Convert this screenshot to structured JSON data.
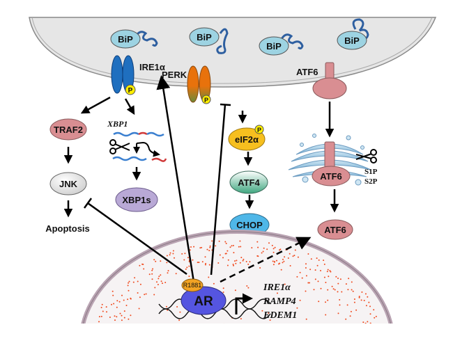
{
  "diagram": {
    "type": "signaling-pathway",
    "compartments": {
      "er_lumen": "endoplasmic reticulum",
      "nucleus": "nucleus",
      "golgi": "Golgi apparatus"
    },
    "bip_labels": [
      "BiP",
      "BiP",
      "BiP",
      "BiP"
    ],
    "sensors": {
      "ire1": {
        "label": "IRE1α",
        "phospho": "P"
      },
      "perk": {
        "label": "PERK",
        "phospho": "P"
      },
      "atf6": {
        "label": "ATF6"
      }
    },
    "ire1_branch": {
      "traf2": "TRAF2",
      "jnk": "JNK",
      "apoptosis": "Apoptosis",
      "xbp1_mrna": "XBP1",
      "xbp1s": "XBP1s"
    },
    "perk_branch": {
      "eif2a": "eIF2α",
      "eif2a_phospho": "P",
      "atf4": "ATF4",
      "chop": "CHOP"
    },
    "atf6_branch": {
      "golgi_atf6": "ATF6",
      "proteases": [
        "S1P",
        "S2P"
      ],
      "nuclear_atf6": "ATF6"
    },
    "nucleus": {
      "ligand": "R1881",
      "receptor": "AR",
      "target_genes": [
        "IRE1α",
        "RAMP4",
        "EDEM1"
      ]
    },
    "edges": [
      {
        "from": "IRE1α",
        "to": "TRAF2",
        "type": "activation"
      },
      {
        "from": "IRE1α",
        "to": "XBP1",
        "type": "activation"
      },
      {
        "from": "TRAF2",
        "to": "JNK",
        "type": "activation"
      },
      {
        "from": "JNK",
        "to": "Apoptosis",
        "type": "activation"
      },
      {
        "from": "XBP1",
        "to": "XBP1s",
        "type": "splicing"
      },
      {
        "from": "PERK",
        "to": "eIF2α",
        "type": "activation"
      },
      {
        "from": "eIF2α",
        "to": "ATF4",
        "type": "activation"
      },
      {
        "from": "ATF4",
        "to": "CHOP",
        "type": "activation"
      },
      {
        "from": "ATF6",
        "to": "Golgi ATF6",
        "type": "translocation"
      },
      {
        "from": "Golgi ATF6",
        "to": "ATF6 (cleaved)",
        "type": "cleavage"
      },
      {
        "from": "AR",
        "to": "IRE1α",
        "type": "activation"
      },
      {
        "from": "AR",
        "to": "PERK",
        "type": "inhibition"
      },
      {
        "from": "AR",
        "to": "JNK",
        "type": "inhibition"
      },
      {
        "from": "AR",
        "to": "ATF6 (cleaved)",
        "type": "activation-dashed"
      }
    ],
    "colors": {
      "er": "#e6e6e6",
      "bip": "#9dd3e2",
      "ire1": "#1f6fbf",
      "perk_top": "#e8720c",
      "perk_bottom": "#6a8a3a",
      "atf6": "#d98e92",
      "traf2": "#d98e92",
      "jnk": "#e0e0e0",
      "xbp1s": "#b9a9d6",
      "eif2a": "#f6bf1f",
      "atf4": "#3fa67f",
      "chop": "#4fb7e8",
      "ar": "#5555e0",
      "r1881": "#f2a324",
      "phospho": "#ffee00",
      "nucleus_dots": "#f04a1e"
    }
  }
}
